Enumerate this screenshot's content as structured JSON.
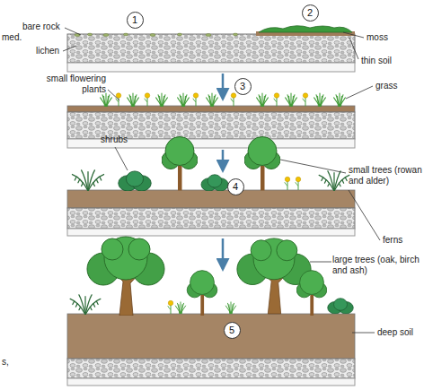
{
  "diagram": {
    "nodes": [
      {
        "text": [
          "1"
        ]
      },
      {
        "text": [
          "2"
        ]
      },
      {
        "text": [
          "3"
        ]
      },
      {
        "text": [
          "4"
        ]
      },
      {
        "text": [
          "5"
        ]
      }
    ],
    "labels": [
      "med.",
      "bare rock",
      "lichen",
      "moss",
      "thin soil",
      "small flowering plants",
      "grass",
      "shrubs",
      "small trees (rowan and alder)",
      "ferns",
      "large trees (oak, birch and ash)",
      "deep soil",
      "s,"
    ]
  }
}
